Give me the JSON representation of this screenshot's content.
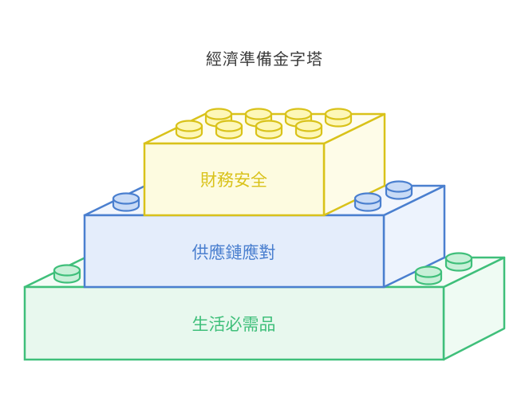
{
  "title": "經濟準備金字塔",
  "tiers": [
    {
      "label": "財務安全",
      "color": "#d9c21a",
      "fill_front": "#fdfbe0",
      "fill_side": "#fefce8"
    },
    {
      "label": "供應鏈應對",
      "color": "#4a7fcf",
      "fill_front": "#e4edfb",
      "fill_side": "#edf3fd"
    },
    {
      "label": "生活必需品",
      "color": "#3fbf7a",
      "fill_front": "#e8f8ee",
      "fill_side": "#effbf3"
    }
  ]
}
